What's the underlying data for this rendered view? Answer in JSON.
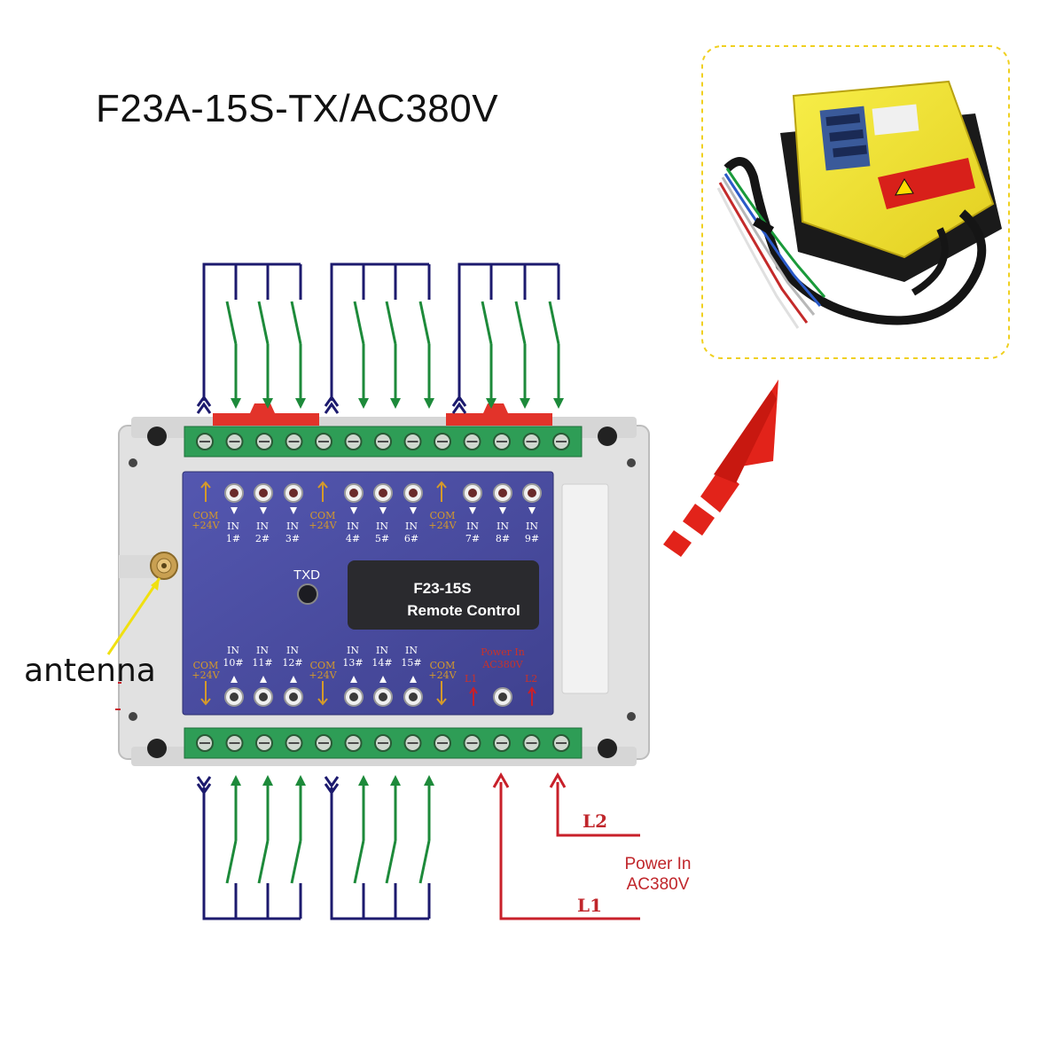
{
  "title": "F23A-15S-TX/AC380V",
  "antenna_label": "antenna",
  "device": {
    "model": "F23-15S",
    "subtitle": "Remote Control",
    "txd_label": "TXD",
    "com_label": "COM",
    "volt_label": "+24V",
    "in_label": "IN",
    "top_inputs": [
      "1#",
      "2#",
      "3#",
      "4#",
      "5#",
      "6#",
      "7#",
      "8#",
      "9#"
    ],
    "bottom_inputs": [
      "10#",
      "11#",
      "12#",
      "13#",
      "14#",
      "15#"
    ],
    "power_small": [
      "Power In",
      "AC380V"
    ],
    "l1_small": "L1",
    "l2_small": "L2"
  },
  "wiring": {
    "l1": "L1",
    "l2": "L2",
    "power_line1": "Power In",
    "power_line2": "AC380V"
  },
  "colors": {
    "wire_common": "#1c1a6e",
    "wire_switch": "#1d8a3a",
    "wire_power": "#c8202a",
    "panel": "#4a4ca4",
    "enclosure": "#e3e3e3",
    "terminal": "#2e9d56",
    "red_arrow": "#e2231a",
    "receiver_yellow": "#f2e533"
  }
}
